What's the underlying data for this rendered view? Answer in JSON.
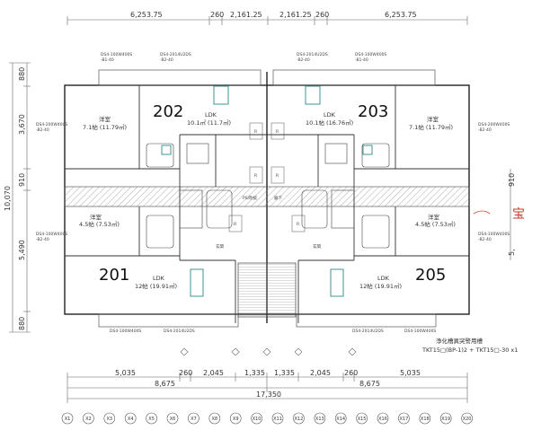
{
  "top_dims": [
    "6,253.75",
    "260",
    "2,161.25",
    "2,161.25",
    "260",
    "6,253.75"
  ],
  "left_dims": [
    "880",
    "3,670",
    "910",
    "10,070",
    "5,490",
    "880"
  ],
  "right_dims": [
    "910",
    "5,"
  ],
  "bottom_dims_row1": [
    "5,035",
    "260",
    "2,045",
    "1,335",
    "1,335",
    "2,045",
    "260",
    "5,035"
  ],
  "bottom_dims_row2": [
    "8,675",
    "8,675"
  ],
  "bottom_total": "17,350",
  "units": [
    {
      "num": "202",
      "ldk": "LDK",
      "ldk_area": "10.1㎡ (11.7㎡)",
      "western": "洋室",
      "western_area": "7.1帖 (11.79㎡)"
    },
    {
      "num": "203",
      "ldk": "LDK",
      "ldk_area": "10.1帖 (16.76㎡)",
      "western": "洋室",
      "western_area": "7.1帖 (11.79㎡)"
    },
    {
      "num": "201",
      "ldk": "LDK",
      "ldk_area": "12帖 (19.91㎡)",
      "western": "洋室",
      "western_area": "4.5帖 (7.53㎡)"
    },
    {
      "num": "205",
      "ldk": "LDK",
      "ldk_area": "12帖 (19.91㎡)",
      "western": "洋室",
      "western_area": "4.5帖 (7.53㎡)"
    }
  ],
  "room_labels": {
    "entrance": "玄関",
    "stair_hall": "PS/吹抜",
    "corridor": "廊下"
  },
  "note_line1": "浄化槽異突警用槽",
  "note_line2": "TKT15□(BP-1)2 + TKT15□-30 x1",
  "handwritten": "宝",
  "grid_labels": [
    "X1",
    "X2",
    "X3",
    "X4",
    "X5",
    "X6",
    "X7",
    "X8",
    "X9",
    "X10",
    "X11",
    "X12",
    "X13",
    "X14",
    "X15",
    "X16",
    "X17",
    "X18",
    "X19",
    "X20"
  ]
}
